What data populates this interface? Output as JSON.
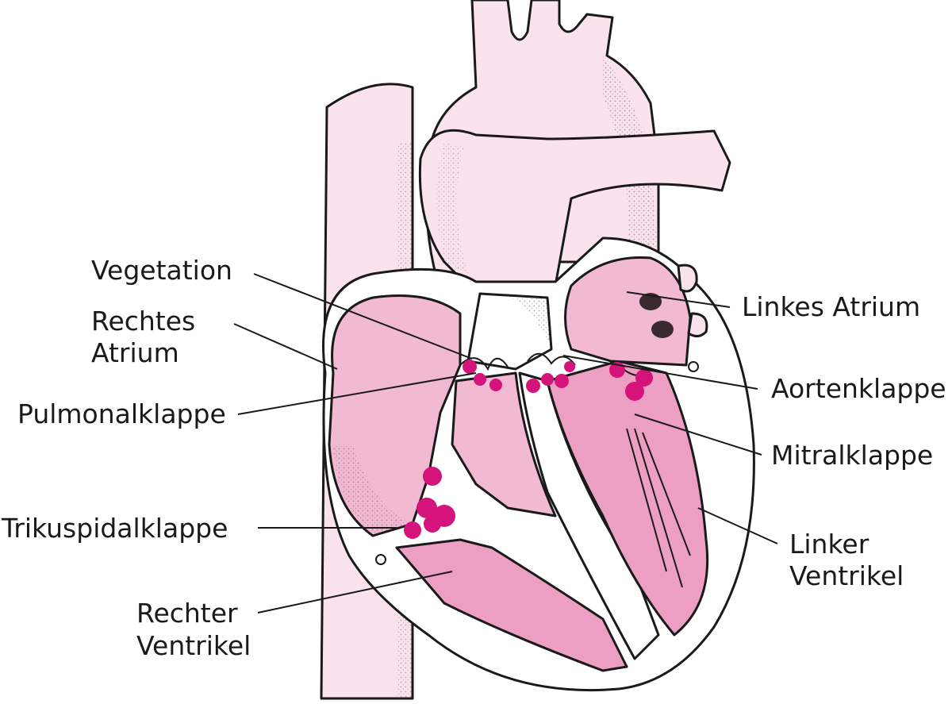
{
  "labels": {
    "vegetation": "Vegetation",
    "rechtes_atrium_1": "Rechtes",
    "rechtes_atrium_2": "Atrium",
    "pulmonalklappe": "Pulmonalklappe",
    "trikuspidalklappe": "Trikuspidalklappe",
    "rechter_ventrikel_1": "Rechter",
    "rechter_ventrikel_2": "Ventrikel",
    "linkes_atrium": "Linkes Atrium",
    "aortenklappe": "Aortenklappe",
    "mitralklappe": "Mitralklappe",
    "linker_ventrikel_1": "Linker",
    "linker_ventrikel_2": "Ventrikel"
  },
  "colors": {
    "vessel_pink": "#fbe3ee",
    "chamber_pink": "#f2b9d3",
    "muscle_pink": "#ec9fc2",
    "vegetation_magenta": "#d4147a",
    "wall_white": "#ffffff",
    "ink": "#1a1a1a"
  }
}
